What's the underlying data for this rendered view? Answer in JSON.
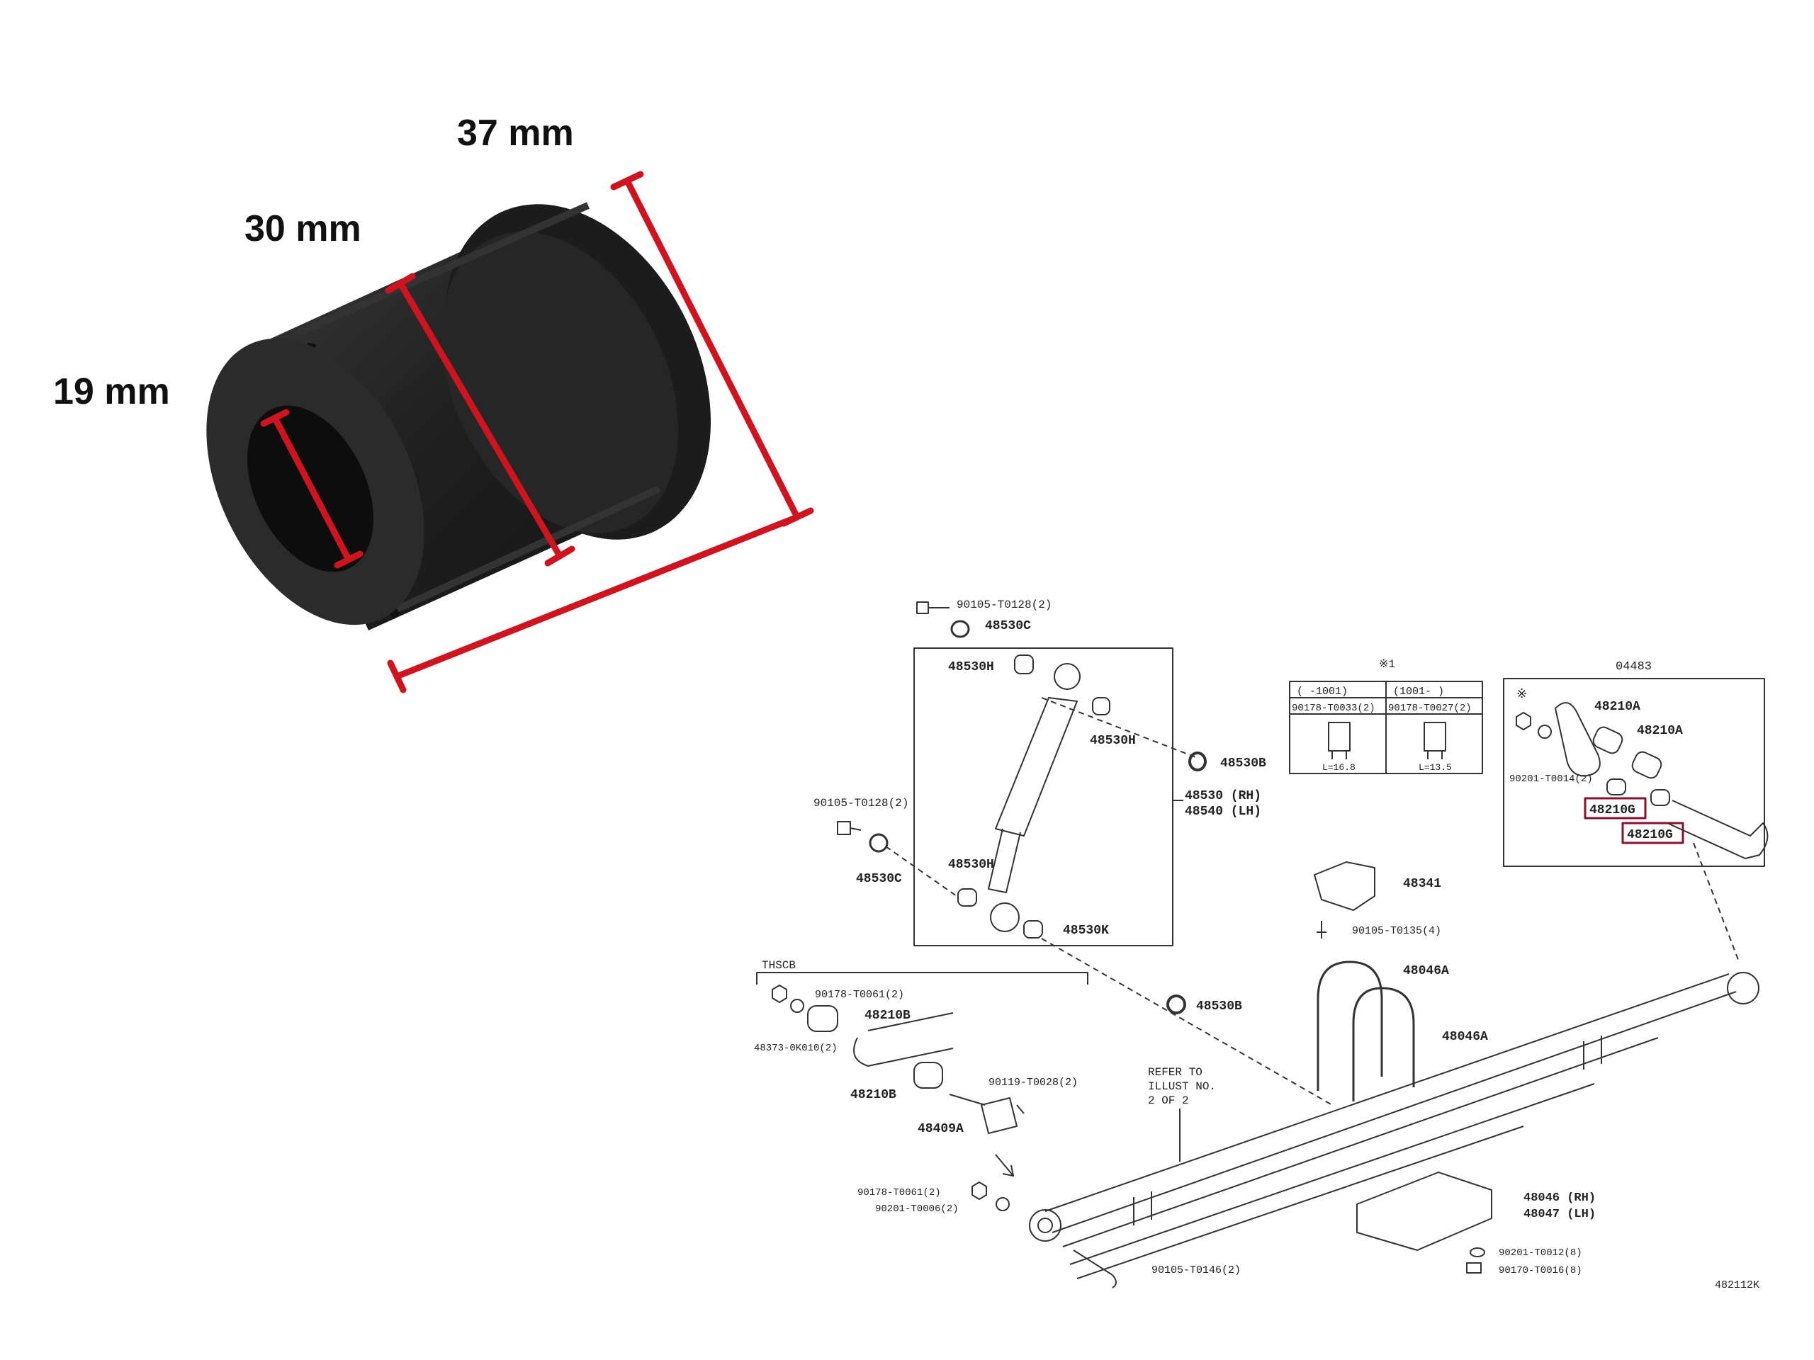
{
  "colors": {
    "dimension_line": "#d0141f",
    "rubber": "#1f1f1f",
    "rubber_highlight": "#3a3a3a",
    "diagram_ink": "#333333",
    "highlight_box": "#8a1030"
  },
  "dimensions": {
    "inner": "19 mm",
    "outer": "30 mm",
    "length": "37 mm"
  },
  "diagram": {
    "shock_box": {
      "bolt_top": "90105-T0128(2)",
      "washer_top": "48530C",
      "bushing_top_left": "48530H",
      "bushing_top_right": "48530H",
      "bushing_lower": "48530H",
      "bushing_bottom": "48530K",
      "shock_rh": "48530 (RH)",
      "shock_lh": "48540 (LH)",
      "washer_b_top": "48530B",
      "bolt_left": "90105-T0128(2)",
      "washer_left": "48530C",
      "washer_b_bottom": "48530B"
    },
    "center_bolt_table": {
      "note": "※1",
      "col1_header": "(    -1001)",
      "col2_header": "(1001-    )",
      "col1_part": "90178-T0033(2)",
      "col2_part": "90178-T0027(2)",
      "col1_dim": "L=16.8",
      "col2_dim": "L=13.5"
    },
    "shackle_box": {
      "title": "04483",
      "note": "※",
      "bushing_a1": "48210A",
      "bushing_a2": "48210A",
      "nut": "90201-T0014(2)",
      "bushing_g1": "48210G",
      "bushing_g2": "48210G"
    },
    "front_hanger": {
      "group": "THSCB",
      "nut": "90178-T0061(2)",
      "washer": "48373-0K010(2)",
      "bushing_b1": "48210B",
      "bushing_b2": "48210B",
      "bolt": "90119-T0028(2)",
      "hanger": "48409A"
    },
    "spring": {
      "bumper": "48341",
      "bumper_bolt": "90105-T0135(4)",
      "u_bolt_1": "48046A",
      "u_bolt_2": "48046A",
      "refer_line1": "REFER TO",
      "refer_line2": "ILLUST NO.",
      "refer_line3": "2 OF 2",
      "plate_rh": "48046 (RH)",
      "plate_lh": "48047 (LH)",
      "plate_nut1": "90201-T0012(8)",
      "plate_nut2": "90170-T0016(8)",
      "eye_nut": "90178-T0061(2)",
      "eye_washer": "90201-T0006(2)",
      "eye_bolt": "90105-T0146(2)"
    },
    "figure_id": "482112K"
  }
}
